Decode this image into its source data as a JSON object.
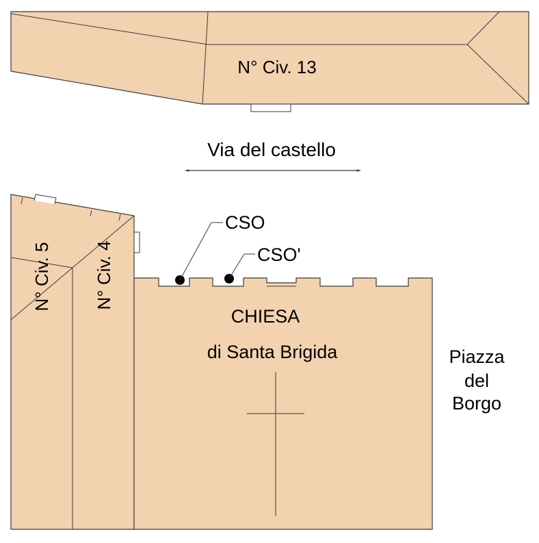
{
  "colors": {
    "building_fill": "#F3D2B0",
    "line": "#3a3a3a",
    "background": "#FFFFFF"
  },
  "buildings": {
    "civ13": {
      "label": "N° Civ. 13"
    },
    "civ5": {
      "label": "N° Civ. 5"
    },
    "civ4": {
      "label": "N° Civ. 4"
    },
    "church": {
      "name": "CHIESA",
      "subtitle": "di Santa Brigida",
      "symbol": "cross-icon"
    }
  },
  "streets": {
    "via_castello": {
      "label": "Via del castello"
    },
    "piazza": {
      "line1": "Piazza",
      "line2": "del",
      "line3": "Borgo"
    }
  },
  "points": {
    "cso": {
      "label": "CSO"
    },
    "cso_prime": {
      "label": "CSO'"
    }
  }
}
